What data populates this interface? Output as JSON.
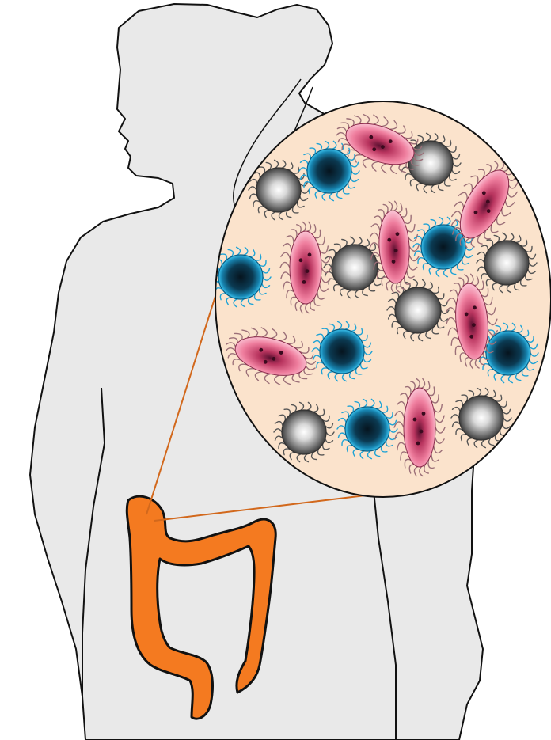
{
  "illustration": {
    "subject": "human-torso-silhouette",
    "organ": "large-intestine",
    "magnified_view": "gut-microbiota",
    "colors": {
      "silhouette_fill": "#e9e9e9",
      "outline": "#111111",
      "colon": "#f47a20",
      "callout_line": "#d2681c",
      "lens_background": "#fbe3cc",
      "blue_microbe": "#1ea3d6",
      "grey_microbe": "#9a9a9a",
      "pink_microbe": "#ef7e9e"
    },
    "microbe_kinds": [
      "blue-coccus",
      "grey-coccus",
      "pink-bacillus"
    ]
  }
}
